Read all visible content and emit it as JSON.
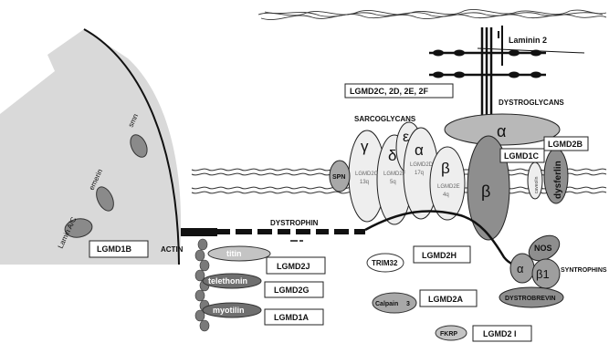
{
  "labels": {
    "laminin": "Laminin 2",
    "dystroglycans": "DYSTROGLYCANS",
    "alpha": "α",
    "beta": "β",
    "sarcoglycans": "SARCOGLYCANS",
    "sg_box": "LGMD2C, 2D, 2E, 2F",
    "gamma": "γ",
    "delta": "δ",
    "epsilon": "ε",
    "sg_alpha": "α",
    "sg_beta": "β",
    "gamma_sub1": "LGMD2C",
    "gamma_sub2": "13q",
    "delta_sub1": "LGMD2F",
    "delta_sub2": "5q",
    "alpha_sub1": "LGMD2D",
    "alpha_sub2": "17q",
    "beta_sub1": "LGMD2E",
    "beta_sub2": "4q",
    "spn": "SPN",
    "caveolin": "caveolin",
    "dysferlin": "dysferlin",
    "lgmd1c": "LGMD1C",
    "lgmd2b": "LGMD2B",
    "dystrophin": "DYSTROPHIN",
    "actin": "ACTIN",
    "titin": "titin",
    "telethonin": "telethonin",
    "myotilin": "myotilin",
    "lgmd2j": "LGMD2J",
    "lgmd2g": "LGMD2G",
    "lgmd1a": "LGMD1A",
    "trim32": "TRIM32",
    "lgmd2h": "LGMD2H",
    "calpain": "Calpain",
    "calpain_num": "3",
    "lgmd2a": "LGMD2A",
    "fkrp": "FKRP",
    "lgmd2i": "LGMD2 I",
    "nos": "NOS",
    "syn_alpha": "α",
    "syn_beta1": "β1",
    "syntrophins": "SYNTROPHINS",
    "dystrobrevin": "DYSTROBREVIN",
    "lamin": "Lamin A/C",
    "emerin": "emerin",
    "smn": "smn",
    "lgmd1b": "LGMD1B"
  },
  "colors": {
    "nucleus": "#d9d9d9",
    "protein_light": "#eeeeee",
    "protein_mid": "#bdbdbd",
    "protein_dark": "#6f6f6f",
    "ink": "#111111"
  }
}
